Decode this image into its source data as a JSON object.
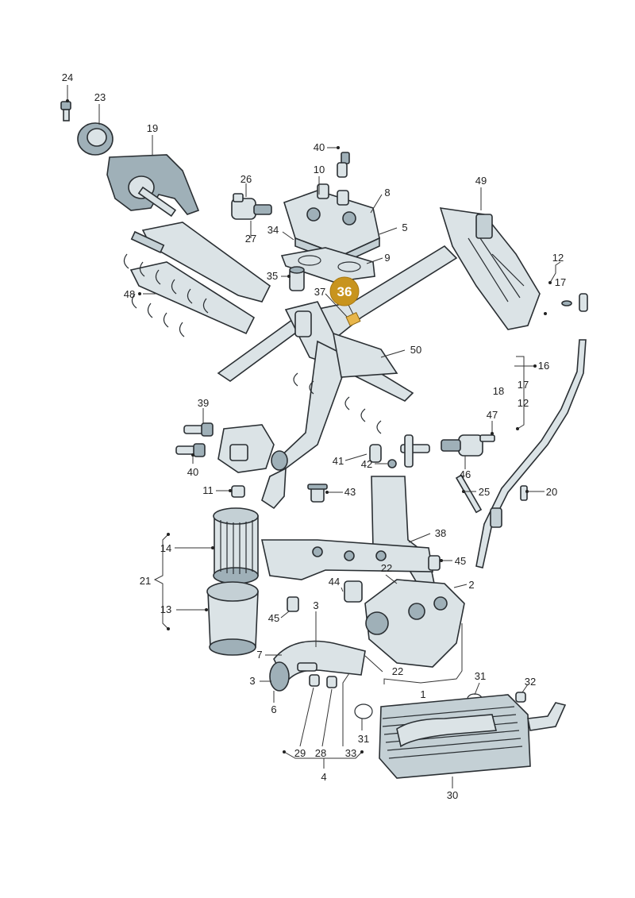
{
  "diagram": {
    "callouts": [
      "24",
      "23",
      "19",
      "40",
      "10",
      "8",
      "26",
      "27",
      "34",
      "5",
      "9",
      "49",
      "35",
      "37",
      "48",
      "12",
      "17",
      "50",
      "16",
      "18",
      "17",
      "12",
      "39",
      "47",
      "40",
      "41",
      "42",
      "46",
      "11",
      "43",
      "25",
      "20",
      "38",
      "14",
      "21",
      "45",
      "22",
      "2",
      "44",
      "13",
      "45",
      "3",
      "7",
      "22",
      "3",
      "1",
      "31",
      "32",
      "6",
      "31",
      "29",
      "28",
      "33",
      "4",
      "30"
    ],
    "highlight": {
      "label": "36",
      "color": "#c8941e"
    },
    "colors": {
      "part_fill": "#dbe3e6",
      "part_shade": "#9fb0b8",
      "outline": "#2a2f33",
      "highlight": "#c8941e"
    }
  }
}
